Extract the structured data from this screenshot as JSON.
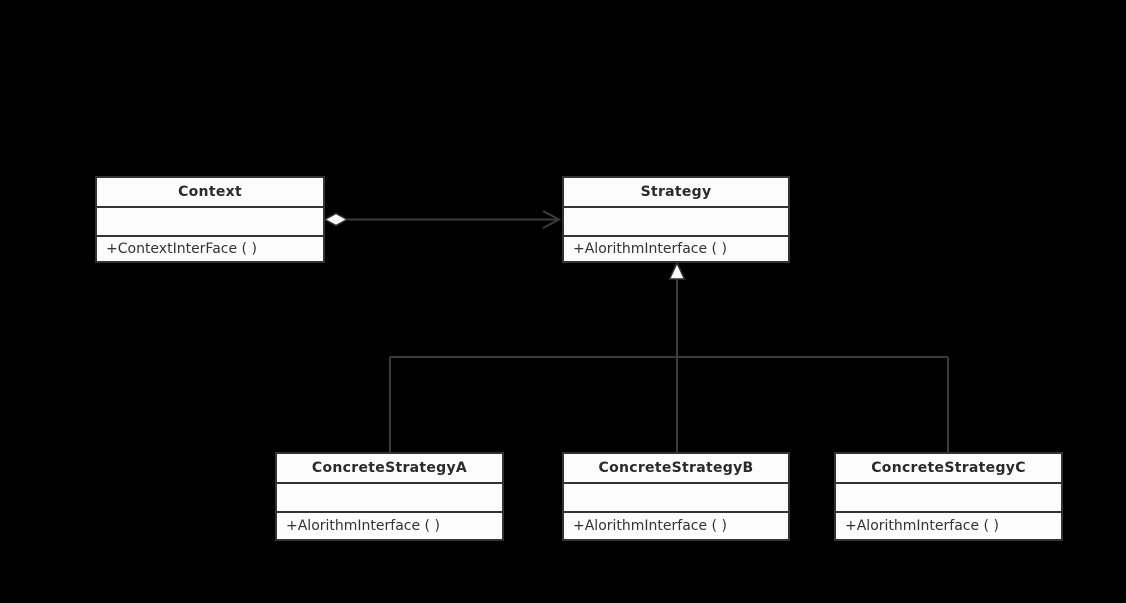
{
  "diagram": {
    "kind": "uml-class-diagram",
    "colors": {
      "background": "#000000",
      "node_fill": "#fcfcfc",
      "node_border": "#333333",
      "edge_line": "#3b3b3b",
      "text": "#2e2e2e"
    },
    "classes": [
      {
        "name": "context",
        "title": "Context",
        "attributes": "",
        "method": "+ContextInterFace ( )"
      },
      {
        "name": "strategy",
        "title": "Strategy",
        "attributes": "",
        "method": "+AlorithmInterface ( )"
      },
      {
        "name": "concrete-strategy-a",
        "title": "ConcreteStrategyA",
        "attributes": "",
        "method": "+AlorithmInterface ( )"
      },
      {
        "name": "concrete-strategy-b",
        "title": "ConcreteStrategyB",
        "attributes": "",
        "method": "+AlorithmInterface ( )"
      },
      {
        "name": "concrete-strategy-c",
        "title": "ConcreteStrategyC",
        "attributes": "",
        "method": "+AlorithmInterface ( )"
      }
    ],
    "relationships": [
      {
        "from": "Context",
        "to": "Strategy",
        "type": "association",
        "source_marker": "hollow-diamond",
        "target_marker": "open-arrow"
      },
      {
        "from": "ConcreteStrategyA",
        "to": "Strategy",
        "type": "inheritance",
        "target_marker": "hollow-triangle"
      },
      {
        "from": "ConcreteStrategyB",
        "to": "Strategy",
        "type": "inheritance",
        "target_marker": "hollow-triangle"
      },
      {
        "from": "ConcreteStrategyC",
        "to": "Strategy",
        "type": "inheritance",
        "target_marker": "hollow-triangle"
      }
    ]
  }
}
